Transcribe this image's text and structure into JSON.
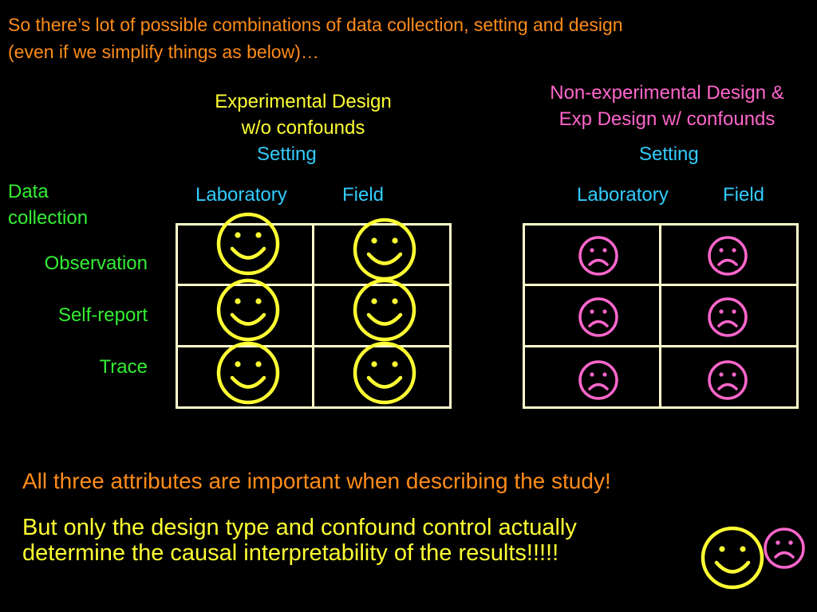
{
  "header": {
    "line1": "So there’s lot of possible combinations of data collection, setting and design",
    "line2": "(even if we simplify things as below)…"
  },
  "left_design": {
    "title_line1": "Experimental Design",
    "title_line2": "w/o confounds",
    "setting": "Setting",
    "columns": [
      "Laboratory",
      "Field"
    ],
    "face": "smiley",
    "color": "#ffff33"
  },
  "right_design": {
    "title_line1": "Non-experimental Design &",
    "title_line2": "Exp Design w/ confounds",
    "setting": "Setting",
    "columns": [
      "Laboratory",
      "Field"
    ],
    "face": "frowny",
    "color": "#ff66cc"
  },
  "data_collection": {
    "label_line1": "Data",
    "label_line2": "collection",
    "rows": [
      "Observation",
      "Self-report",
      "Trace"
    ]
  },
  "notes": {
    "line1": "All three attributes are important when describing the study!",
    "line2a": "But only the design type and confound control actually",
    "line2b": "determine the causal interpretability of the results!!!!!"
  },
  "colors": {
    "header": "#ff8c1a",
    "setting": "#33ccff",
    "rows": "#33ee33",
    "grid": "#ffffcc"
  }
}
